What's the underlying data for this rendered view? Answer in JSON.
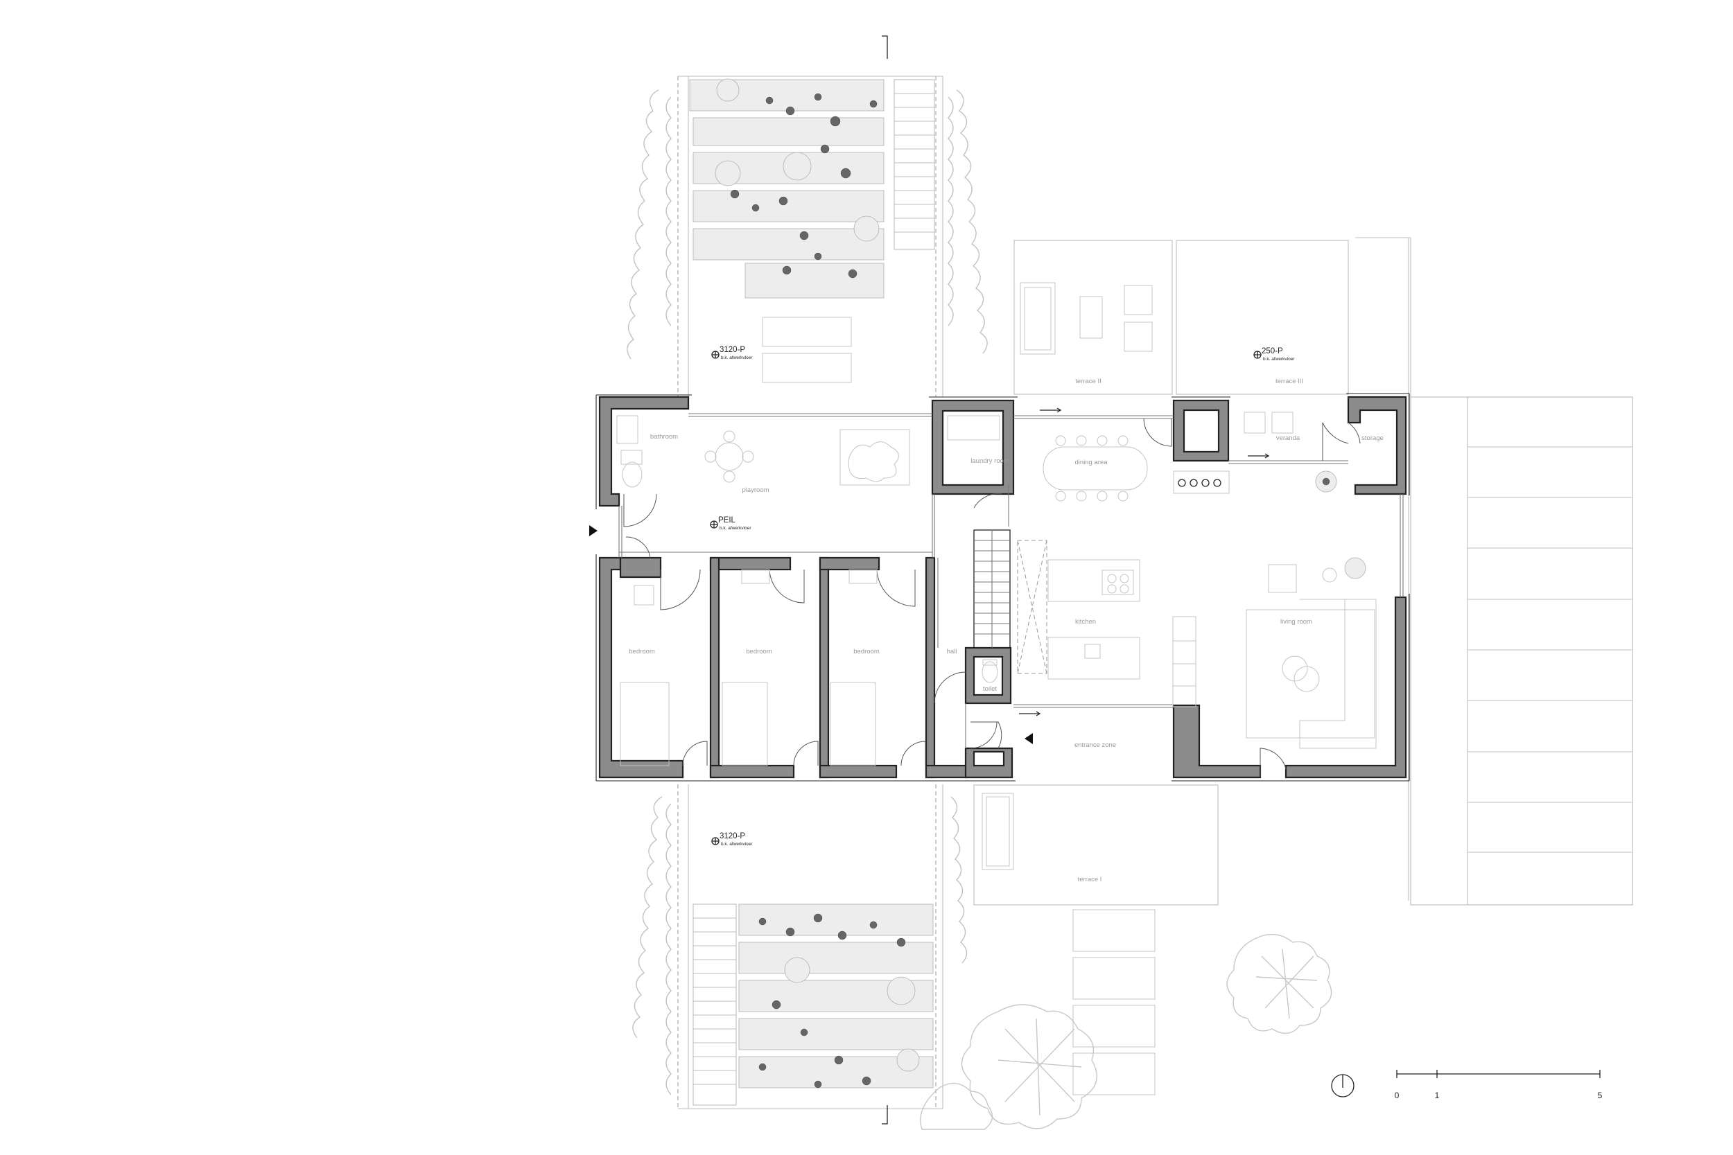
{
  "rooms": {
    "bathroom": "bathroom",
    "playroom": "playroom",
    "laundry_room": "laundry room",
    "dining_area": "dining area",
    "veranda": "veranda",
    "storage": "storage",
    "bedroom_1": "bedroom",
    "bedroom_2": "bedroom",
    "bedroom_3": "bedroom",
    "hall": "hall",
    "toilet": "toilet",
    "kitchen": "kitchen",
    "living_room": "living room",
    "entrance_zone": "entrance zone",
    "terrace_i": "terrace I",
    "terrace_ii": "terrace II",
    "terrace_iii": "terrace III"
  },
  "levels": {
    "peil": {
      "code": "PEIL",
      "sub": "b.k. afwerkvloer"
    },
    "north_garden": {
      "code": "3120-P",
      "sub": "b.k. afwerkvloer"
    },
    "south_garden": {
      "code": "3120-P",
      "sub": "b.k. afwerkvloer"
    },
    "terrace": {
      "code": "250-P",
      "sub": "b.k. afwerkvloer"
    }
  },
  "scale_bar": {
    "ticks": [
      "0",
      "1",
      "5"
    ]
  },
  "icons": [
    "north-arrow-icon",
    "entrance-arrow-icon",
    "tree-icon",
    "plant-icon"
  ],
  "colors": {
    "wall_fill": "#8c8c8c",
    "line": "#222222",
    "furniture": "#c4c4c4"
  }
}
